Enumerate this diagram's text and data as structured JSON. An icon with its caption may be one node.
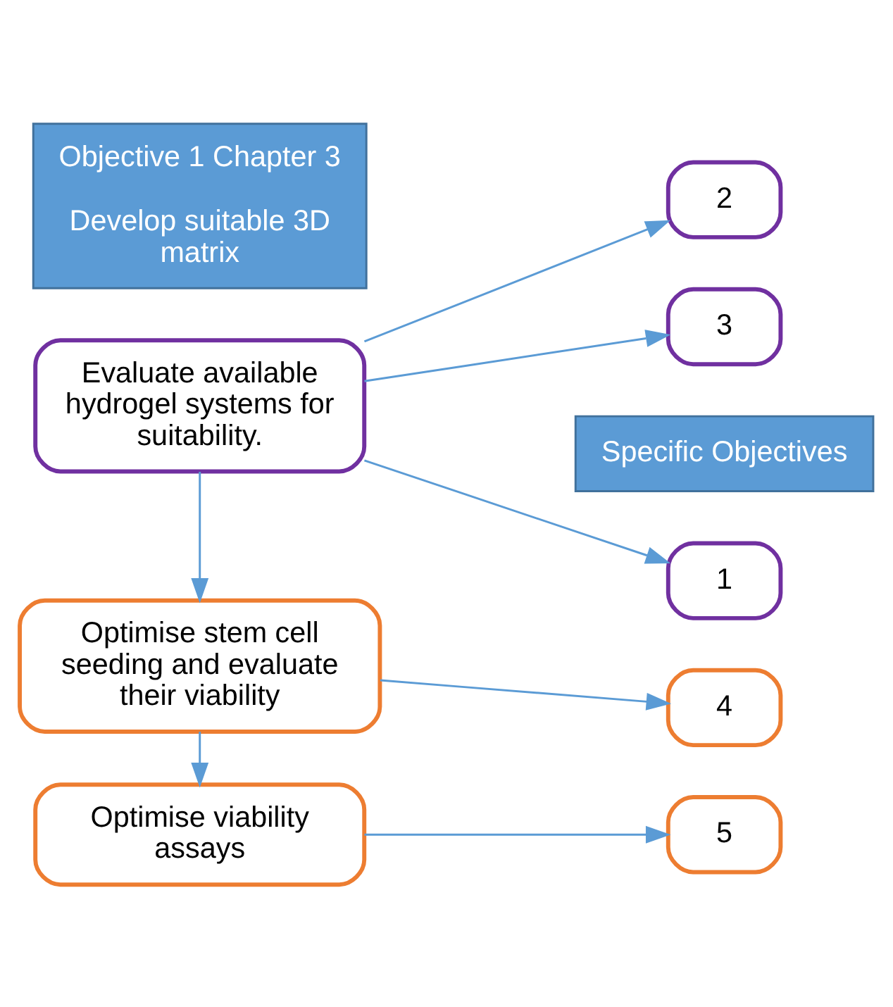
{
  "diagram": {
    "nodes": [
      {
        "text": [
          "Objective 1 Chapter 3",
          "Develop suitable 3D matrix"
        ]
      },
      {
        "text": [
          "Specific Objectives"
        ]
      },
      {
        "text": [
          "Evaluate available hydrogel systems for suitability."
        ]
      },
      {
        "text": [
          "1"
        ]
      },
      {
        "text": [
          "2"
        ]
      },
      {
        "text": [
          "3"
        ]
      },
      {
        "text": [
          "Optimise stem cell seeding and evaluate their viability"
        ]
      },
      {
        "text": [
          "4"
        ]
      },
      {
        "text": [
          "Optimise viability assays"
        ]
      },
      {
        "text": [
          "5"
        ]
      }
    ],
    "edges": [
      {
        "from": 2,
        "to": 3,
        "arrow": "to"
      },
      {
        "from": 2,
        "to": 4,
        "arrow": "to"
      },
      {
        "from": 2,
        "to": 5,
        "arrow": "to"
      },
      {
        "from": 2,
        "to": 6,
        "arrow": "to"
      },
      {
        "from": 6,
        "to": 7,
        "arrow": "to"
      },
      {
        "from": 6,
        "to": 8,
        "arrow": "to"
      },
      {
        "from": 8,
        "to": 9,
        "arrow": "to"
      }
    ]
  }
}
